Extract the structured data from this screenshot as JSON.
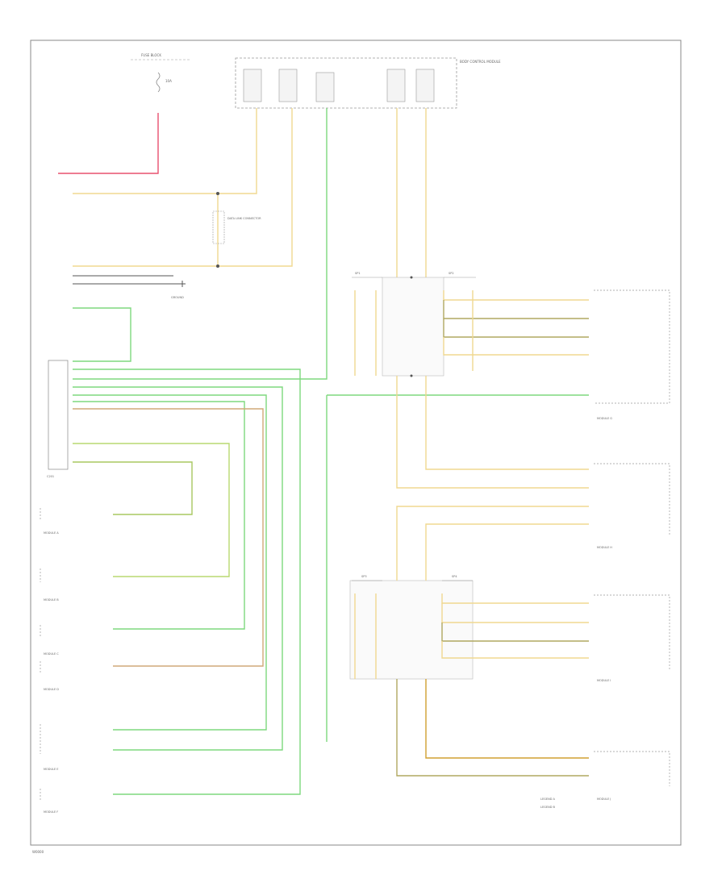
{
  "diagram": {
    "footer_code": "W0000",
    "fuse_block": {
      "label": "FUSE BLOCK",
      "fuse": "10A"
    },
    "bcm_label": "BODY CONTROL MODULE",
    "dlc_label": "DATA LINK CONNECTOR",
    "ground_label": "GROUND",
    "splice_labels": [
      "SP1",
      "SP2",
      "SP3",
      "SP4"
    ],
    "connector_label": "C201",
    "wire_colors": {
      "red": "#e8506e",
      "yellow": "#f0d890",
      "green": "#7ed87e",
      "olive": "#b0a860",
      "tan": "#d0a878",
      "dark": "#555555"
    },
    "left_modules": [
      "MODULE A",
      "MODULE B",
      "MODULE C",
      "MODULE D",
      "MODULE E",
      "MODULE F"
    ],
    "right_modules": [
      "MODULE G",
      "MODULE H",
      "MODULE I",
      "MODULE J"
    ],
    "legend": [
      "LEGEND A",
      "LEGEND B"
    ]
  }
}
